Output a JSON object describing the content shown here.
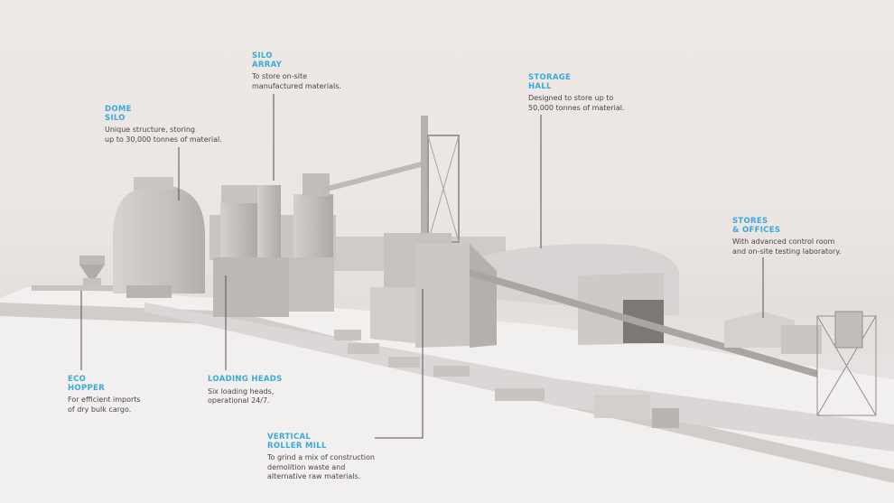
{
  "callouts": {
    "dome_silo": {
      "title_1": "DOME",
      "title_2": "SILO",
      "desc_1": "Unique structure, storing",
      "desc_2": "up to 30,000 tonnes of material."
    },
    "silo_array": {
      "title_1": "SILO",
      "title_2": "ARRAY",
      "desc_1": "To store on-site",
      "desc_2": "manufactured materials."
    },
    "storage_hall": {
      "title_1": "STORAGE",
      "title_2": "HALL",
      "desc_1": "Designed to store up to",
      "desc_2": "50,000 tonnes of material."
    },
    "stores_offices": {
      "title_1": "STORES",
      "title_2": "& OFFICES",
      "desc_1": "With advanced control room",
      "desc_2": "and on-site testing laboratory."
    },
    "eco_hopper": {
      "title_1": "ECO",
      "title_2": "HOPPER",
      "desc_1": "For efficient imports",
      "desc_2": "of dry bulk cargo."
    },
    "loading_heads": {
      "title_1": "LOADING HEADS",
      "desc_1": "Six loading heads,",
      "desc_2": "operational 24/7."
    },
    "vertical_roller_mill": {
      "title_1": "VERTICAL",
      "title_2": "ROLLER MILL",
      "desc_1": "To grind a mix of construction",
      "desc_2": "demolition waste and",
      "desc_3": "alternative raw materials."
    }
  },
  "colors": {
    "accent": "#3aa9dc",
    "text": "#4a4546",
    "leader_line": "#555050",
    "structure": "#c9c3c2"
  }
}
